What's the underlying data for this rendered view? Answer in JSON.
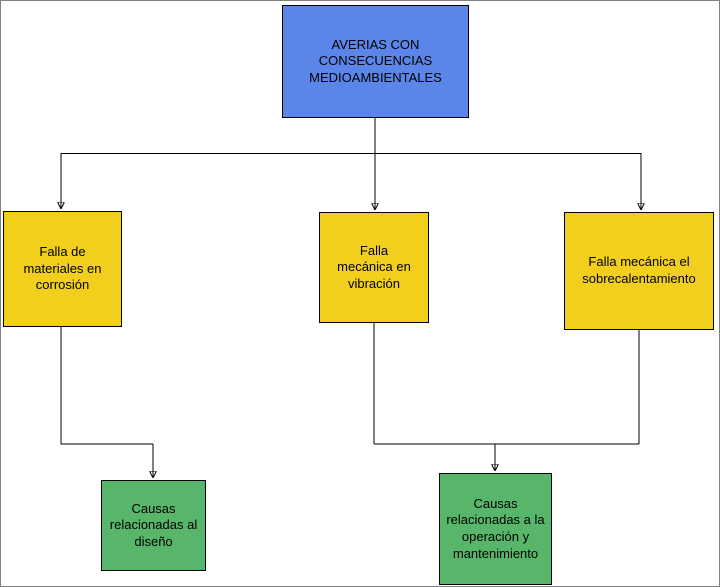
{
  "diagram": {
    "root": {
      "label": "AVERIAS CON CONSECUENCIAS MEDIOAMBIENTALES",
      "fill": "#5b85e8"
    },
    "failures": [
      {
        "label": "Falla de materiales en corrosión",
        "fill": "#f2cf1d"
      },
      {
        "label": "Falla mecánica en vibración",
        "fill": "#f2cf1d"
      },
      {
        "label": "Falla mecánica el sobrecalentamiento",
        "fill": "#f2cf1d"
      }
    ],
    "causes": [
      {
        "label": "Causas relacionadas al diseño",
        "fill": "#57b669"
      },
      {
        "label": "Causas relacionadas a la operación y mantenimiento",
        "fill": "#57b669"
      }
    ],
    "colors": {
      "root_fill": "#5b85e8",
      "failure_fill": "#f2cf1d",
      "cause_fill": "#57b669",
      "line": "#000000",
      "border": "#000000",
      "background": "#ffffff"
    }
  }
}
